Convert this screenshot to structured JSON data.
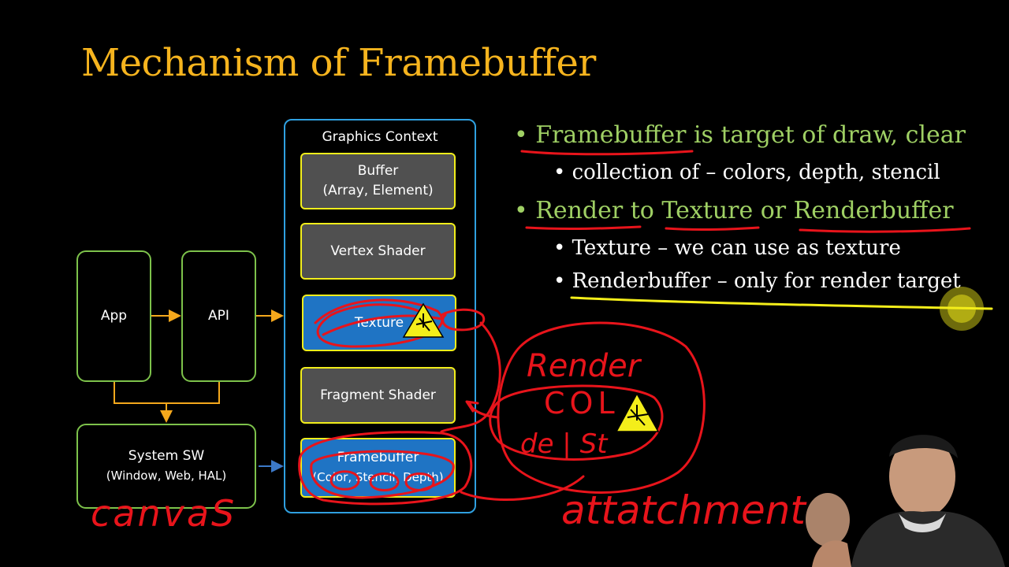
{
  "slide": {
    "title": "Mechanism of Framebuffer"
  },
  "diagram": {
    "app_label": "App",
    "api_label": "API",
    "system_label": "System SW",
    "system_sub": "(Window, Web, HAL)",
    "context_label": "Graphics Context",
    "stages": [
      {
        "label": "Buffer",
        "sub": "(Array, Element)"
      },
      {
        "label": "Vertex Shader",
        "sub": ""
      },
      {
        "label": "Texture",
        "sub": ""
      },
      {
        "label": "Fragment Shader",
        "sub": ""
      },
      {
        "label": "Framebuffer",
        "sub": "(Color, Stencil, Depth)"
      }
    ]
  },
  "bullets": {
    "b1_text": "Framebuffer is target of draw, clear",
    "b1_sub": "collection of – colors, depth, stencil",
    "b2_text": "Render to Texture or Renderbuffer",
    "b2_sub1": "Texture – we can use as texture",
    "b2_sub2": "Renderbuffer – only for render target"
  },
  "handwriting": {
    "canvas": "canvaS",
    "render": "Render",
    "col": "COL",
    "depth": "de | St",
    "attachment": "attatchment"
  },
  "colors": {
    "title": "#f6b41e",
    "bullet_green": "#9fd064",
    "box_border": "#7dc24b",
    "context_border": "#2fa0e0",
    "stage_border": "#f2ee1b",
    "stage_gray": "#505050",
    "stage_blue": "#1f74c4",
    "arrow": "#f5a81c",
    "ink_red": "#e8141b",
    "ink_yellow": "#f4ee1a"
  }
}
